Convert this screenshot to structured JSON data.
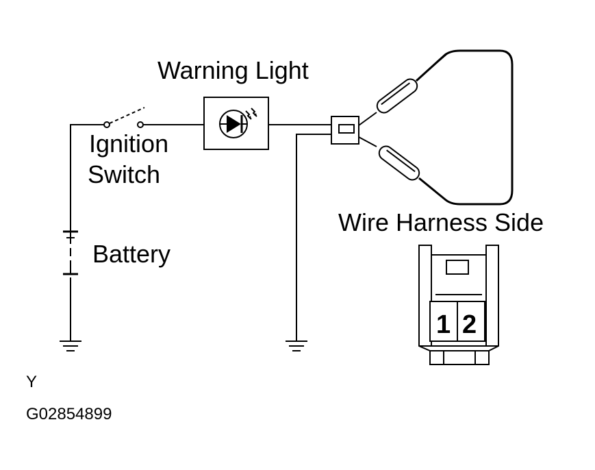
{
  "labels": {
    "warning_light": "Warning Light",
    "ignition_switch_line1": "Ignition",
    "ignition_switch_line2": "Switch",
    "battery": "Battery",
    "wire_harness_side": "Wire Harness Side",
    "corner_code": "Y",
    "figure_id": "G02854899"
  },
  "connector": {
    "pin_1": "1",
    "pin_2": "2"
  },
  "colors": {
    "line": "#000000",
    "background": "#ffffff",
    "diode_fill": "#000000"
  }
}
